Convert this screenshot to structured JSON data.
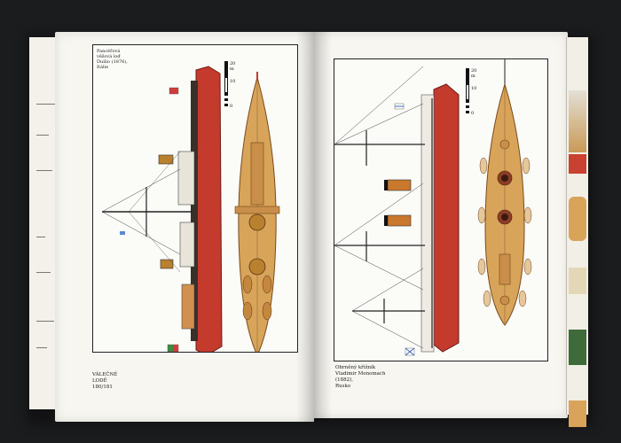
{
  "left_page": {
    "caption_lines": [
      "Pancéřová",
      "věžová loď",
      "Duilio (1876),",
      "Itálie"
    ],
    "scale": {
      "top": "20 m",
      "mid": "10",
      "bottom": "0"
    },
    "footer_lines": [
      "VÁLEČNÉ",
      "LODĚ",
      "180/181"
    ]
  },
  "right_page": {
    "scale": {
      "top": "20 m",
      "mid": "10",
      "bottom": "0"
    },
    "footer_lines": [
      "Obrněný křižník",
      "Vladimir Monomach",
      "(1882),",
      "Rusko"
    ]
  },
  "colors": {
    "hull_red": "#c43a2c",
    "deck_wood": "#d8a45a",
    "page": "#f7f6f1",
    "background": "#1b1c1e"
  }
}
